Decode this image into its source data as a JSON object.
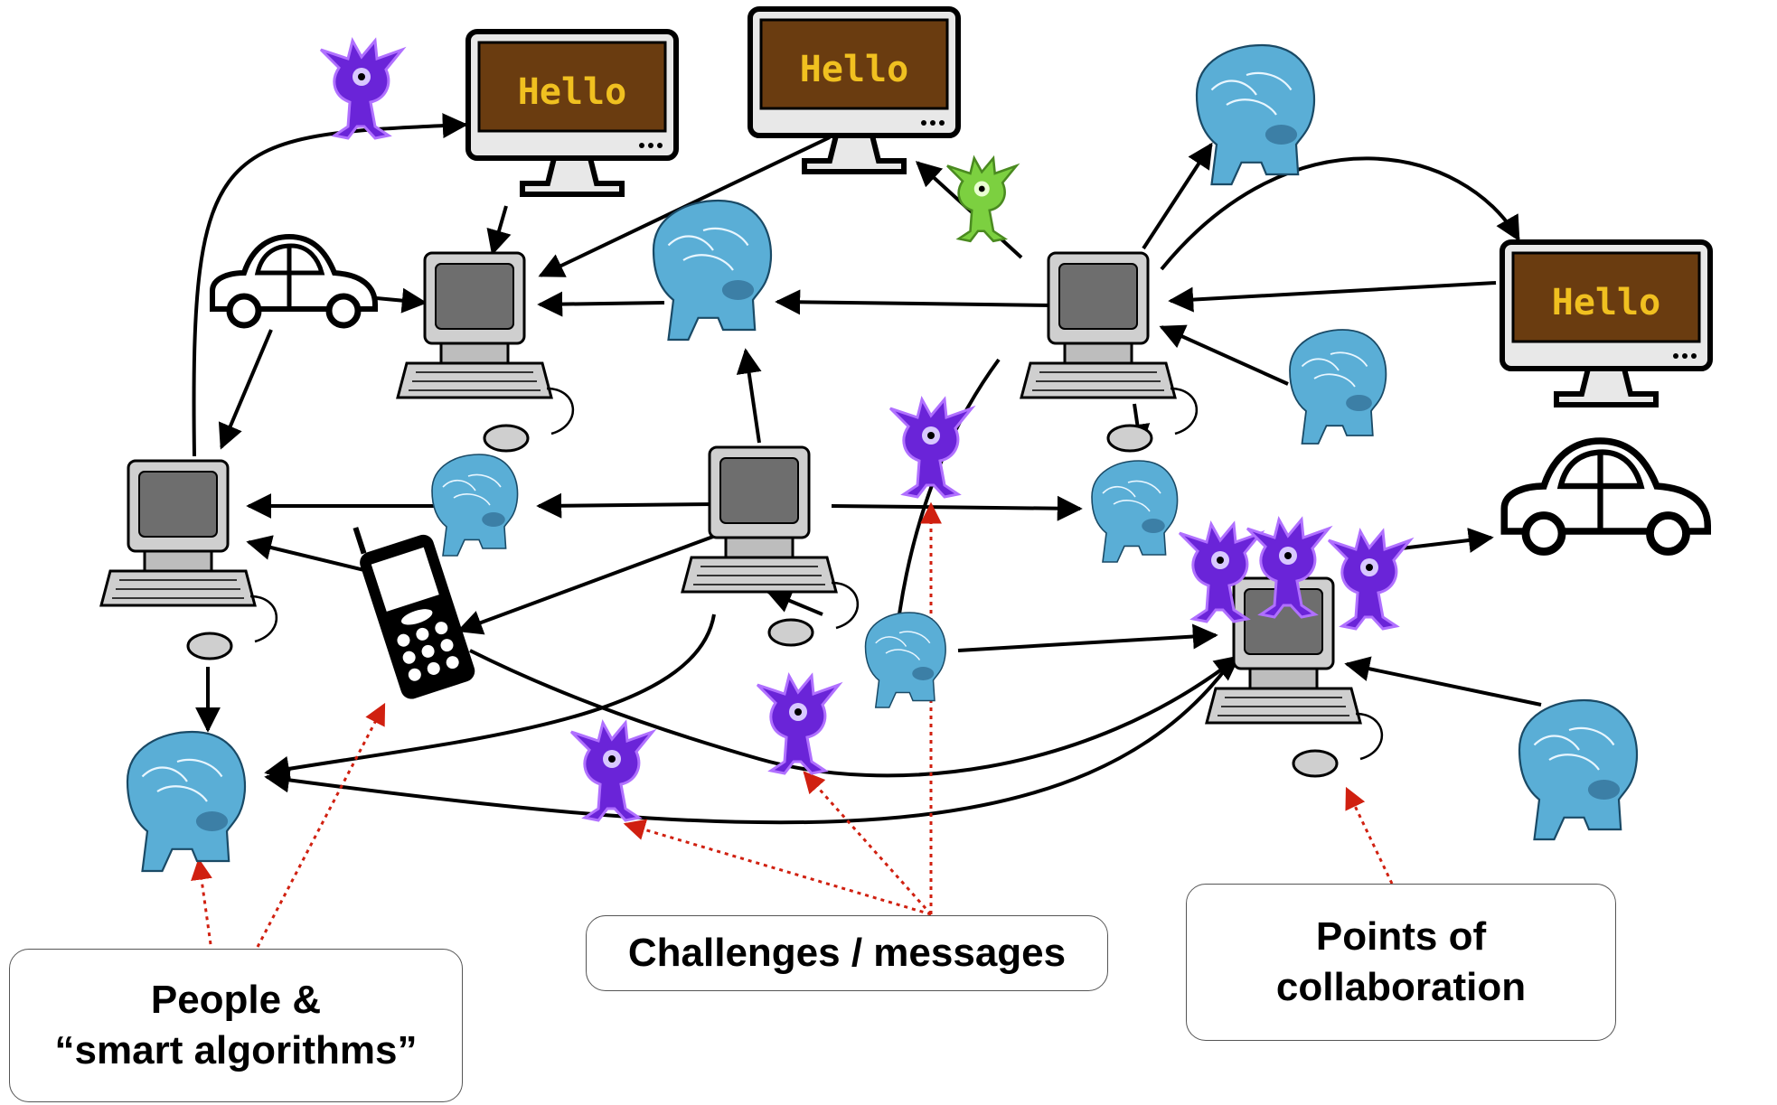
{
  "screens": {
    "text": "Hello"
  },
  "labels": {
    "people": {
      "line1": "People &",
      "line2": "“smart algorithms”"
    },
    "challenges": {
      "text": "Challenges / messages"
    },
    "collaboration": {
      "line1": "Points of",
      "line2": "collaboration"
    }
  },
  "colors": {
    "arrow": "#000000",
    "pointer_arrow": "#d02010",
    "screen_fill": "#6a3c10",
    "screen_text": "#f0c020",
    "brain": "#5aaed6",
    "monster_purple": "#6a24d8",
    "monster_green": "#7cd040",
    "computer": "#c8c8c8"
  },
  "icons": [
    "hello-monitor-icon",
    "desktop-computer-icon",
    "brain-head-icon",
    "monster-icon",
    "car-icon",
    "cell-phone-icon"
  ]
}
